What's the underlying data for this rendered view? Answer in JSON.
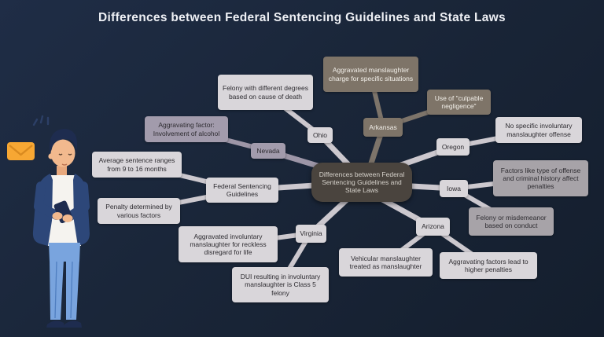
{
  "title": "Differences between Federal Sentencing Guidelines and State Laws",
  "colors": {
    "background_top": "#1f2d46",
    "background_bottom": "#141e2d",
    "node_light": "#d9d6da",
    "node_medium": "#a7a3a8",
    "node_taupe": "#7e7468",
    "node_purple": "#a29bac",
    "node_central": "#4a443e",
    "link_light": "#ccc8ce",
    "link_taupe": "#7d746a",
    "link_purple": "#9d96a7",
    "title_color": "#eef0f5",
    "envelope_color": "#f7a733"
  },
  "mindmap": {
    "central_label": "Differences between Federal Sentencing Guidelines and State Laws",
    "branches": [
      {
        "label": "Federal Sentencing Guidelines",
        "children": [
          {
            "label": "Average sentence ranges from 9 to 16 months"
          },
          {
            "label": "Penalty determined by various factors"
          }
        ]
      },
      {
        "label": "Nevada",
        "children": [
          {
            "label": "Aggravating factor: Involvement of alcohol"
          }
        ]
      },
      {
        "label": "Ohio",
        "children": [
          {
            "label": "Felony with different degrees based on cause of death"
          }
        ]
      },
      {
        "label": "Arkansas",
        "children": [
          {
            "label": "Aggravated manslaughter charge for specific situations"
          },
          {
            "label": "Use of \"culpable negligence\""
          }
        ]
      },
      {
        "label": "Oregon",
        "children": [
          {
            "label": "No specific involuntary manslaughter offense"
          }
        ]
      },
      {
        "label": "Iowa",
        "children": [
          {
            "label": "Factors like type of offense and criminal history affect penalties"
          },
          {
            "label": "Felony or misdemeanor based on conduct"
          }
        ]
      },
      {
        "label": "Arizona",
        "children": [
          {
            "label": "Vehicular manslaughter treated as manslaughter"
          },
          {
            "label": "Aggravating factors lead to higher penalties"
          }
        ]
      },
      {
        "label": "Virginia",
        "children": [
          {
            "label": "Aggravated involuntary manslaughter for reckless disregard for life"
          },
          {
            "label": "DUI resulting in involuntary manslaughter is Class 5 felony"
          }
        ]
      }
    ]
  },
  "illustration": {
    "person": "man-looking-at-smartphone",
    "icons": [
      "envelope-icon",
      "smartphone-icon",
      "surprise-marks-icon"
    ]
  }
}
